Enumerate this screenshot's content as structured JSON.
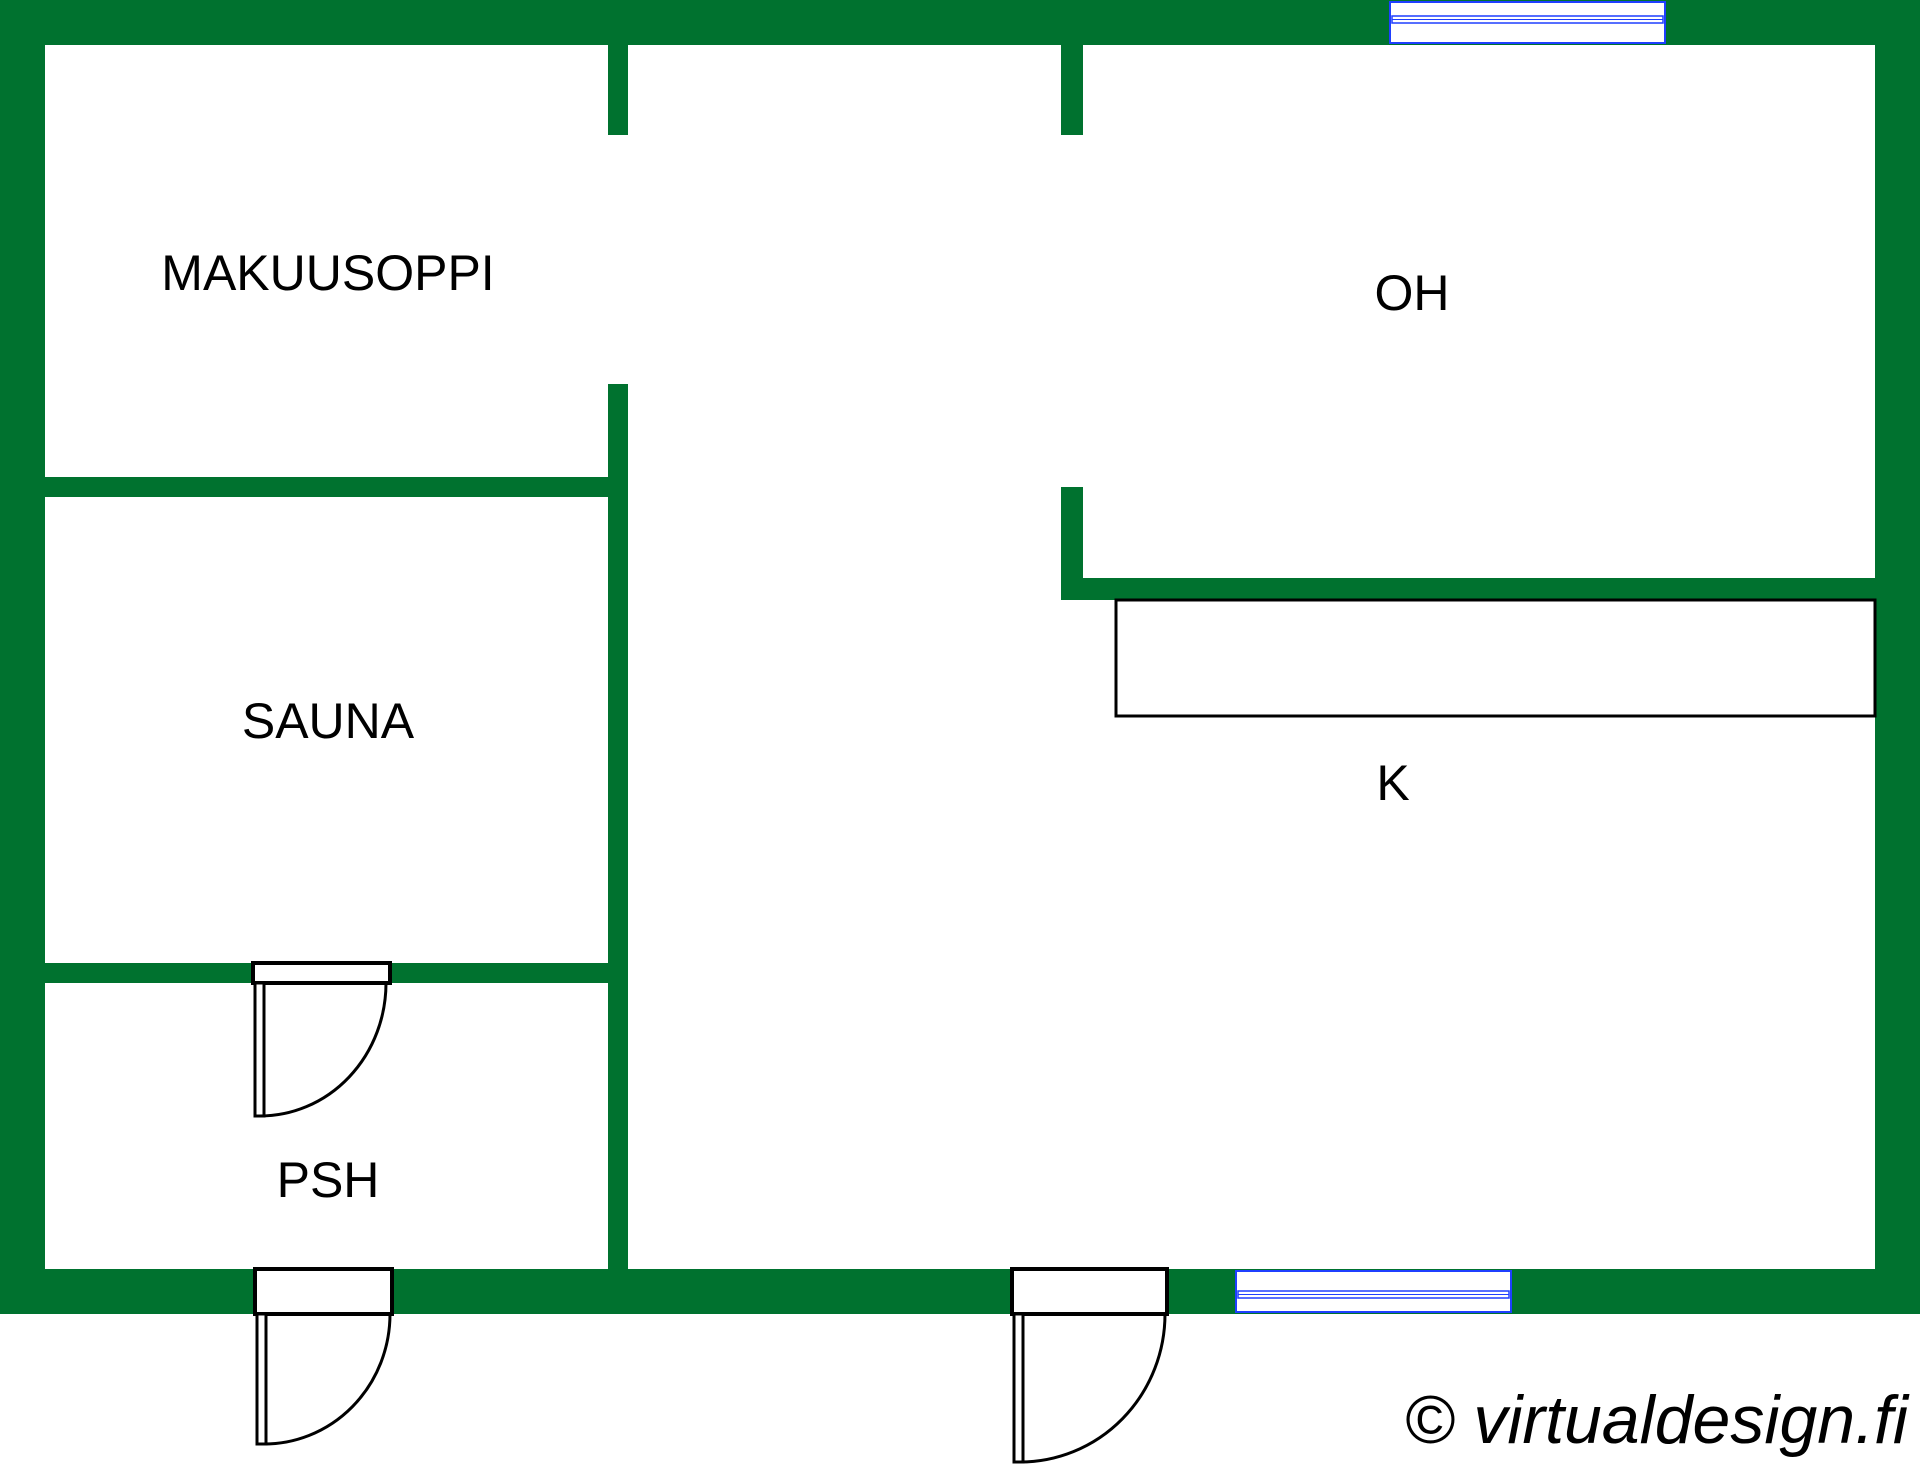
{
  "colors": {
    "wall": "#00722f",
    "window": "#1f3fff",
    "door": "#000000",
    "background": "#ffffff"
  },
  "rooms": {
    "makuusoppi": "MAKUUSOPPI",
    "oh": "OH",
    "sauna": "SAUNA",
    "k": "K",
    "psh": "PSH"
  },
  "copyright": "© virtualdesign.fi"
}
